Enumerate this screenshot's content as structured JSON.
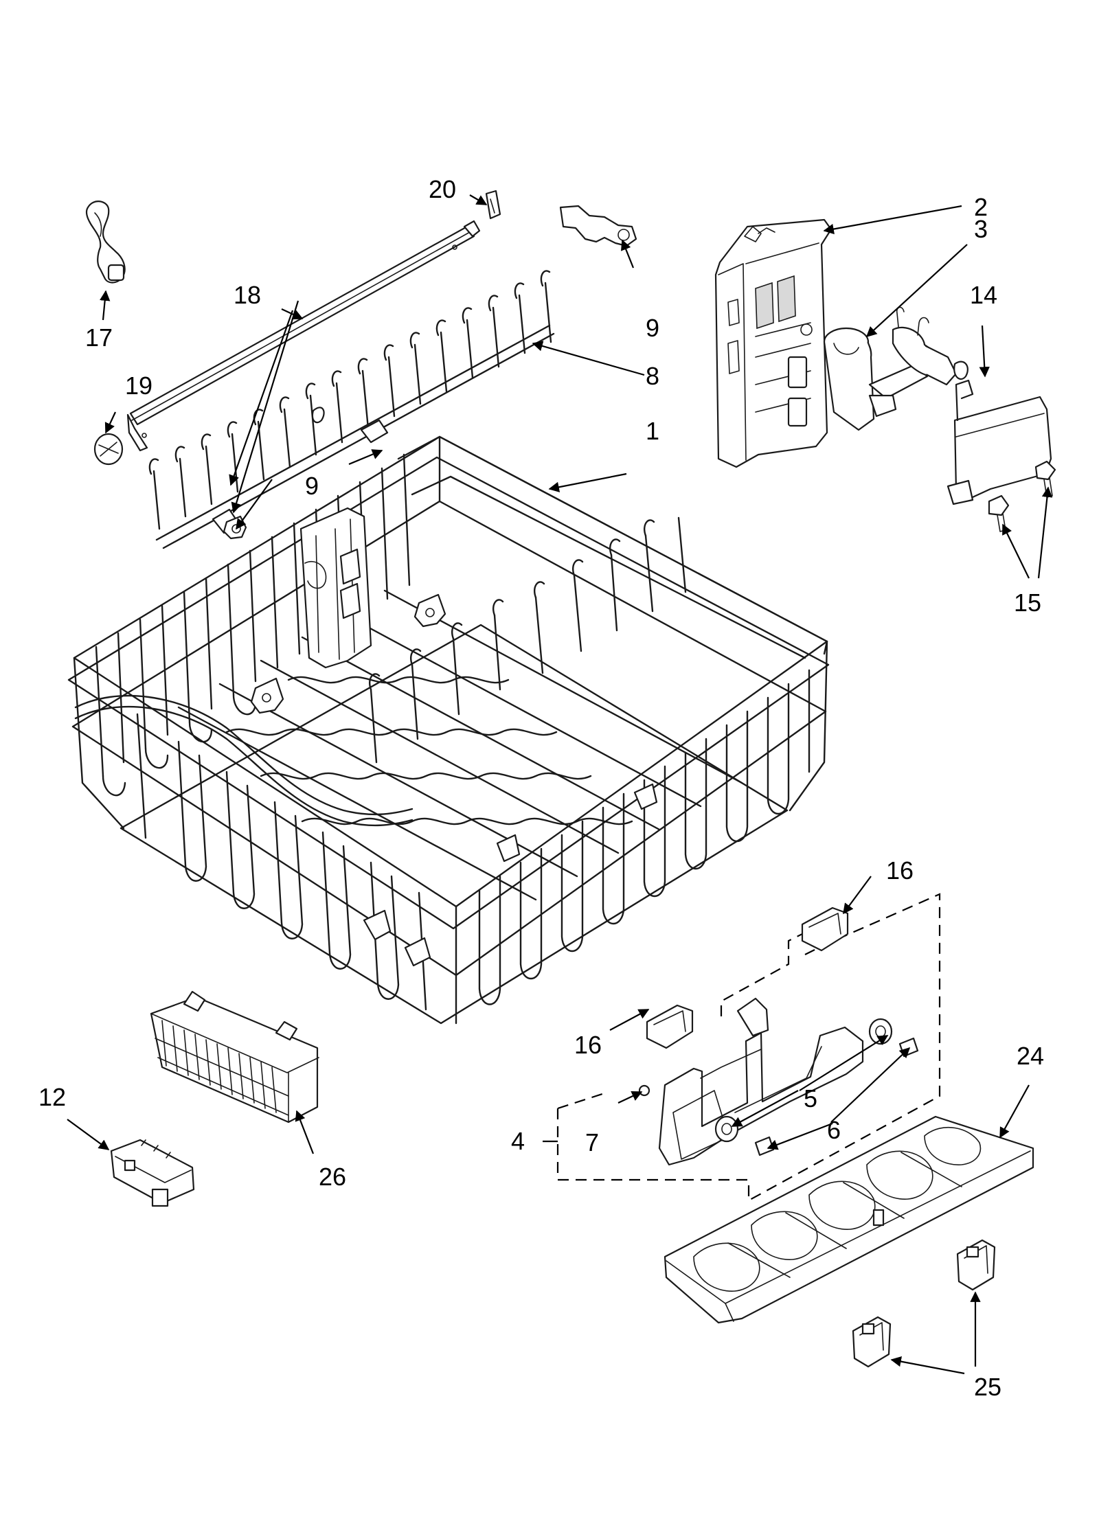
{
  "colors": {
    "ink": "#000000",
    "paper": "#ffffff",
    "shade": "#d9d9d9"
  },
  "callouts": {
    "c1": "1",
    "c2": "2",
    "c3": "3",
    "c4": "4",
    "c5": "5",
    "c6": "6",
    "c7": "7",
    "c8": "8",
    "c9a": "9",
    "c9b": "9",
    "c12": "12",
    "c14": "14",
    "c15": "15",
    "c16a": "16",
    "c16b": "16",
    "c17": "17",
    "c18": "18",
    "c19": "19",
    "c20": "20",
    "c24": "24",
    "c25": "25",
    "c26": "26"
  }
}
